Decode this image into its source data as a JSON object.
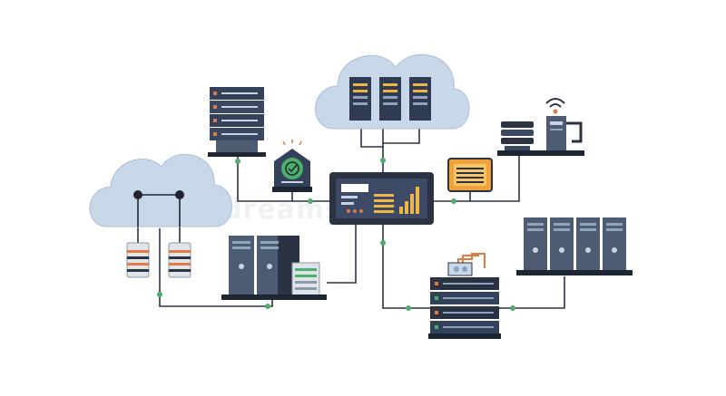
{
  "diagram": {
    "watermark": "dreamstime",
    "nodes": [
      {
        "id": "cloud-left",
        "kind": "cloud"
      },
      {
        "id": "cloud-top",
        "kind": "cloud"
      },
      {
        "id": "server-rack-top-left",
        "kind": "rack"
      },
      {
        "id": "chip-device",
        "kind": "cpu"
      },
      {
        "id": "central-monitor",
        "kind": "monitor"
      },
      {
        "id": "orange-display",
        "kind": "display"
      },
      {
        "id": "wifi-router-desk",
        "kind": "router"
      },
      {
        "id": "tower-cluster-bottom-left",
        "kind": "towers"
      },
      {
        "id": "rack-bottom-center",
        "kind": "rack"
      },
      {
        "id": "tower-row-right",
        "kind": "towers"
      }
    ]
  }
}
